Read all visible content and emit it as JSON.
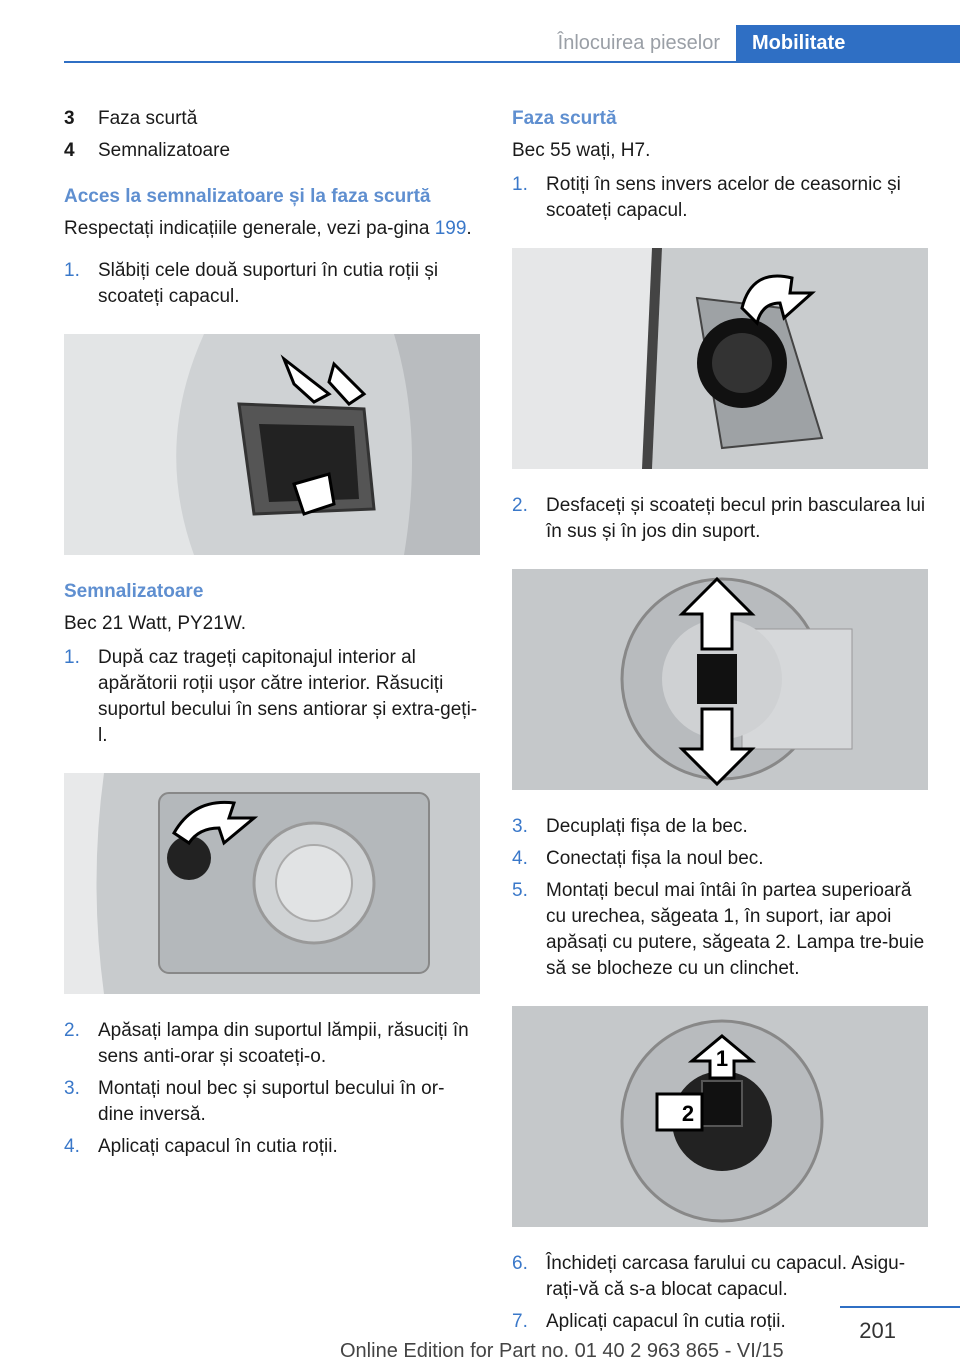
{
  "header": {
    "section": "Înlocuirea pieselor",
    "tab": "Mobilitate"
  },
  "left": {
    "items_top": [
      {
        "num": "3",
        "text": "Faza scurtă"
      },
      {
        "num": "4",
        "text": "Semnalizatoare"
      }
    ],
    "heading1": "Acces la semnalizatoare și la faza scurtă",
    "para1_pre": "Respectați indicațiile generale, vezi pa‐gina ",
    "para1_link": "199",
    "para1_post": ".",
    "step1": {
      "num": "1.",
      "text": "Slăbiți cele două suporturi în cutia roții și scoateți capacul."
    },
    "heading2": "Semnalizatoare",
    "para2": "Bec 21 Watt, PY21W.",
    "steps2": [
      {
        "num": "1.",
        "text": "După caz trageți capitonajul interior al apărătorii roții ușor către interior. Răsuciți suportul becului în sens antiorar și extra‐geți-l."
      }
    ],
    "steps3": [
      {
        "num": "2.",
        "text": "Apăsați lampa din suportul lămpii, răsuciți în sens anti-orar și scoateți-o."
      },
      {
        "num": "3.",
        "text": "Montați noul bec și suportul becului în or‐dine inversă."
      },
      {
        "num": "4.",
        "text": "Aplicați capacul în cutia roții."
      }
    ]
  },
  "right": {
    "heading": "Faza scurtă",
    "para": "Bec 55 wați, H7.",
    "steps_a": [
      {
        "num": "1.",
        "text": "Rotiți în sens invers acelor de ceasornic și scoateți capacul."
      }
    ],
    "steps_b": [
      {
        "num": "2.",
        "text": "Desfaceți și scoateți becul prin bascularea lui în sus și în jos din suport."
      }
    ],
    "steps_c": [
      {
        "num": "3.",
        "text": "Decuplați fișa de la bec."
      },
      {
        "num": "4.",
        "text": "Conectați fișa la noul bec."
      },
      {
        "num": "5.",
        "text": "Montați becul mai întâi în partea superioară cu urechea, săgeata 1, în suport, iar apoi apăsați cu putere, săgeata 2. Lampa tre‐buie să se blocheze cu un clinchet."
      }
    ],
    "fig_label_1": "1",
    "fig_label_2": "2",
    "steps_d": [
      {
        "num": "6.",
        "text": "Închideți carcasa farului cu capacul. Asigu‐rați-vă că s-a blocat capacul."
      },
      {
        "num": "7.",
        "text": "Aplicați capacul în cutia roții."
      }
    ]
  },
  "footer": {
    "page": "201",
    "edition": "Online Edition for Part no. 01 40 2 963 865 - VI/15"
  }
}
